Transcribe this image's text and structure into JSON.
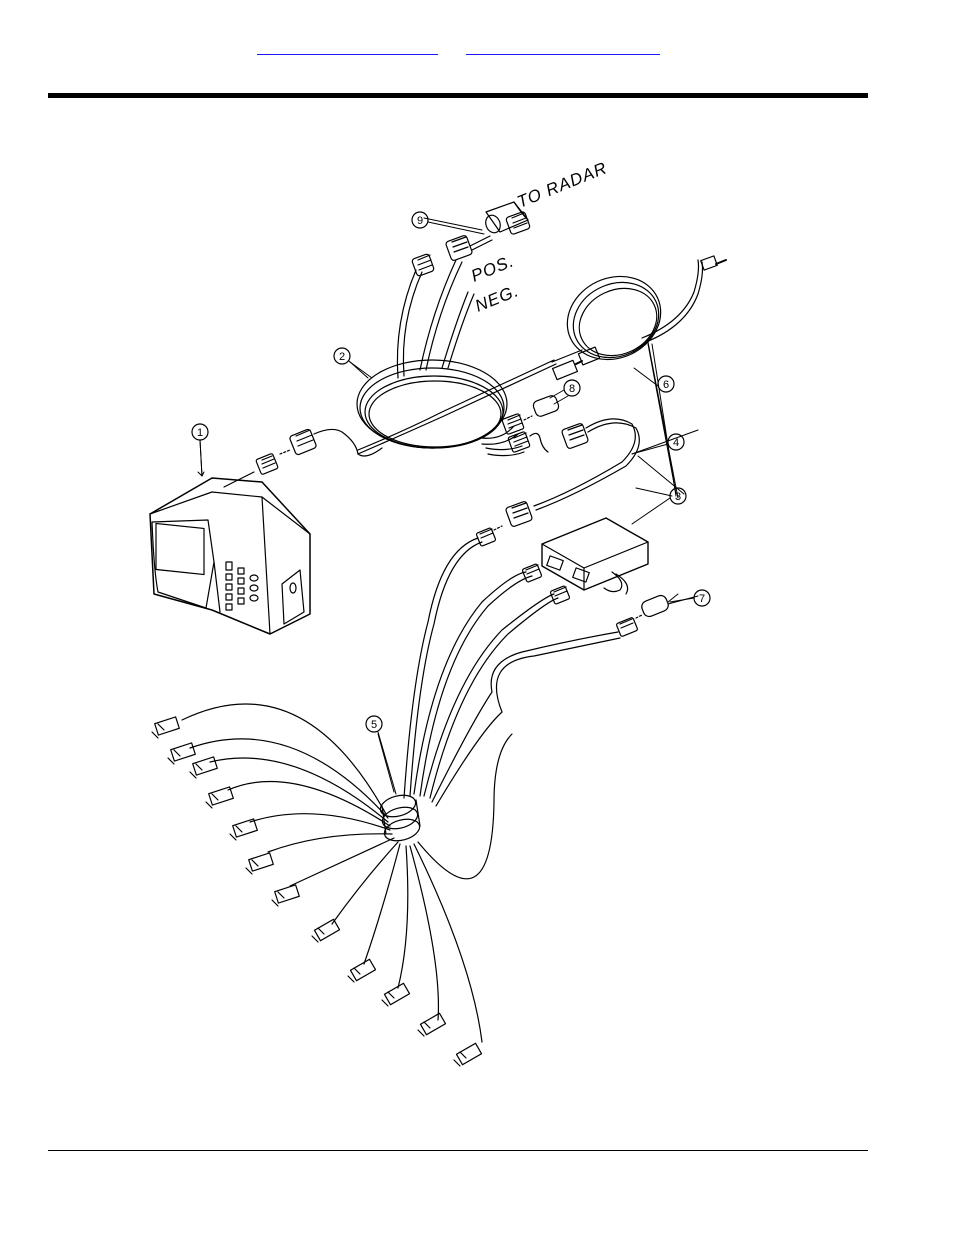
{
  "header": {
    "links": [
      {
        "text": ""
      },
      {
        "text": ""
      }
    ]
  },
  "figure": {
    "wire_labels": {
      "to_radar": "TO RADAR",
      "pos": "POS.",
      "neg": "NEG."
    },
    "callouts": [
      "1",
      "2",
      "3",
      "4",
      "5",
      "6",
      "7",
      "8",
      "9"
    ]
  },
  "colors": {
    "link": "#1a1aff",
    "rule": "#000000",
    "drawing": "#000000"
  }
}
